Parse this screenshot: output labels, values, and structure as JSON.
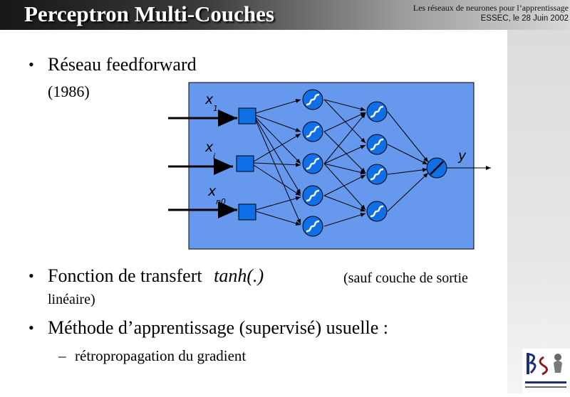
{
  "header": {
    "title": "Perceptron Multi-Couches",
    "context_line1": "Les réseaux de neurones pour l’apprentissage",
    "context_line2": "ESSEC, le 28 Juin 2002"
  },
  "bullets": {
    "b1_text": "Réseau feedforward",
    "b1_year": "(1986)",
    "b2_text": "Fonction de transfert",
    "b2_func": "tanh(.)",
    "b2_note_a": "(sauf couche de sortie",
    "b2_note_b": "linéaire)",
    "b3_text": "Méthode d’apprentissage (supervisé) usuelle :",
    "sub1_text": "rétropropagation du gradient",
    "bullet_char": "•",
    "dash_char": "–"
  },
  "diagram": {
    "input_1": "x",
    "input_1_sub": "1",
    "input_i": "x",
    "input_i_sub": "i",
    "input_n": "x",
    "input_n_sub": "n0",
    "output": "y",
    "background_color": "#6699ee",
    "node_color": "#0f6fe6"
  }
}
